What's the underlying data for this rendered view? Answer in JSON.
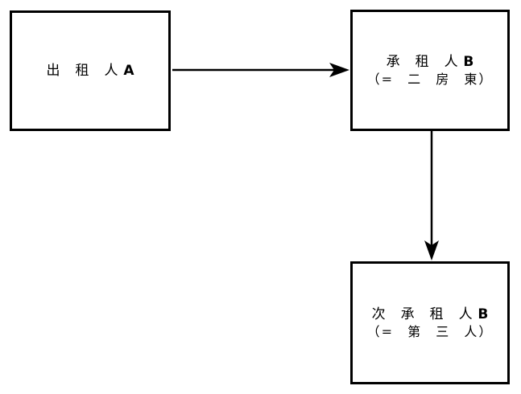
{
  "diagram": {
    "boxes": {
      "lessor": {
        "name_cjk": "出 租 人",
        "name_latin": "A"
      },
      "lessee": {
        "name_cjk": "承 租 人",
        "name_latin": "B",
        "alias": "（= 二 房 東）"
      },
      "sublessee": {
        "name_cjk": "次 承 租 人",
        "name_latin": "B",
        "alias": "（= 第 三 人）"
      }
    },
    "colors": {
      "line": "#000000",
      "text": "#000000",
      "background": "#ffffff"
    }
  }
}
